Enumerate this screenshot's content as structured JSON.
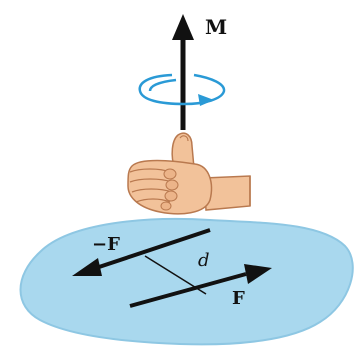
{
  "diagram": {
    "moment_label": "M",
    "distance_label": "d",
    "force_label": "F",
    "negative_force_label": "−F",
    "colors": {
      "plane_fill": "#a9d8ee",
      "plane_edge": "#8ec7e3",
      "rotation_arrow": "#2a9ad6",
      "vector": "#111111",
      "skin": "#f2c29a",
      "skin_shade": "#d9966a"
    }
  }
}
